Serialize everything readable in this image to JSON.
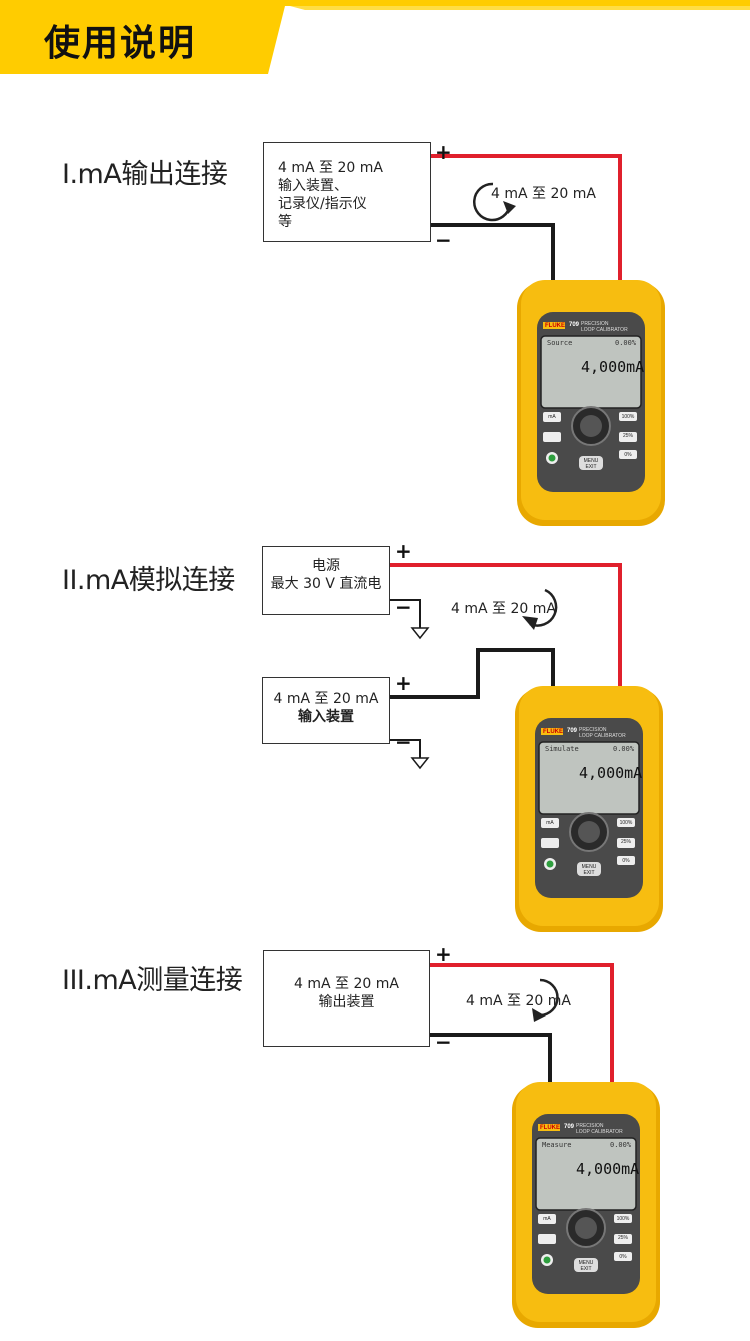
{
  "header": {
    "title": "使用说明",
    "band_color": "#ffcc00"
  },
  "colors": {
    "positive_wire": "#e0202c",
    "negative_wire": "#1a1a1a",
    "meter_body": "#f5b800",
    "meter_face": "#4a4a4a"
  },
  "sections": [
    {
      "title": "I.mA输出连接",
      "box_lines": [
        "4 mA  至  20 mA",
        "输入装置、",
        "记录仪/指示仪",
        "等"
      ],
      "plus": "+",
      "minus": "−",
      "loop_label": "4 mA  至  20 mA",
      "meter": {
        "mode": "Source",
        "pct": "0.00%",
        "reading": "4,000mA"
      }
    },
    {
      "title": "II.mA模拟连接",
      "supply_lines": [
        "电源",
        "最大  30 V 直流电"
      ],
      "box_lines": [
        "4 mA 至 20 mA",
        "输入装置"
      ],
      "plus": "+",
      "minus": "−",
      "loop_label": "4 mA 至 20 mA",
      "meter": {
        "mode": "Simulate",
        "pct": "0.00%",
        "reading": "4,000mA"
      }
    },
    {
      "title": "III.mA测量连接",
      "box_lines": [
        "4 mA 至 20 mA",
        "输出装置"
      ],
      "plus": "+",
      "minus": "−",
      "loop_label": "4 mA 至 20 mA",
      "meter": {
        "mode": "Measure",
        "pct": "0.00%",
        "reading": "4,000mA"
      }
    }
  ],
  "meter_labels": {
    "brand": "FLUKE",
    "model": "709",
    "subtitle_line1": "PRECISION",
    "subtitle_line2": "LOOP CALIBRATOR",
    "btn_100": "100%",
    "btn_25": "25%",
    "btn_0": "0%",
    "btn_menu1": "MENU",
    "btn_menu2": "EXIT",
    "btn_range": "mA"
  }
}
